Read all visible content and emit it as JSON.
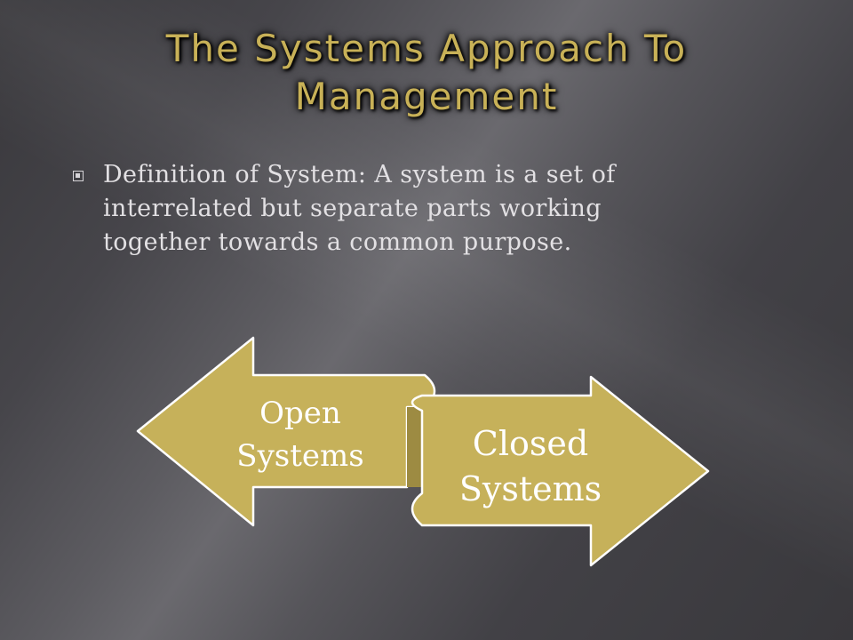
{
  "title": {
    "line1": "The Systems Approach To",
    "line2": "Management"
  },
  "bullet": {
    "line1": "Definition of System: A system is a set of",
    "line2": "interrelated but separate parts working",
    "line3": "together towards a common purpose."
  },
  "diagram": {
    "left_arrow": {
      "line1": "Open",
      "line2": "Systems"
    },
    "right_arrow": {
      "line1": "Closed",
      "line2": "Systems"
    }
  },
  "colors": {
    "title": "#c8b157",
    "arrow_fill": "#c6b15a",
    "arrow_stroke": "#ffffff",
    "arrow_fold": "#9d8b42"
  }
}
